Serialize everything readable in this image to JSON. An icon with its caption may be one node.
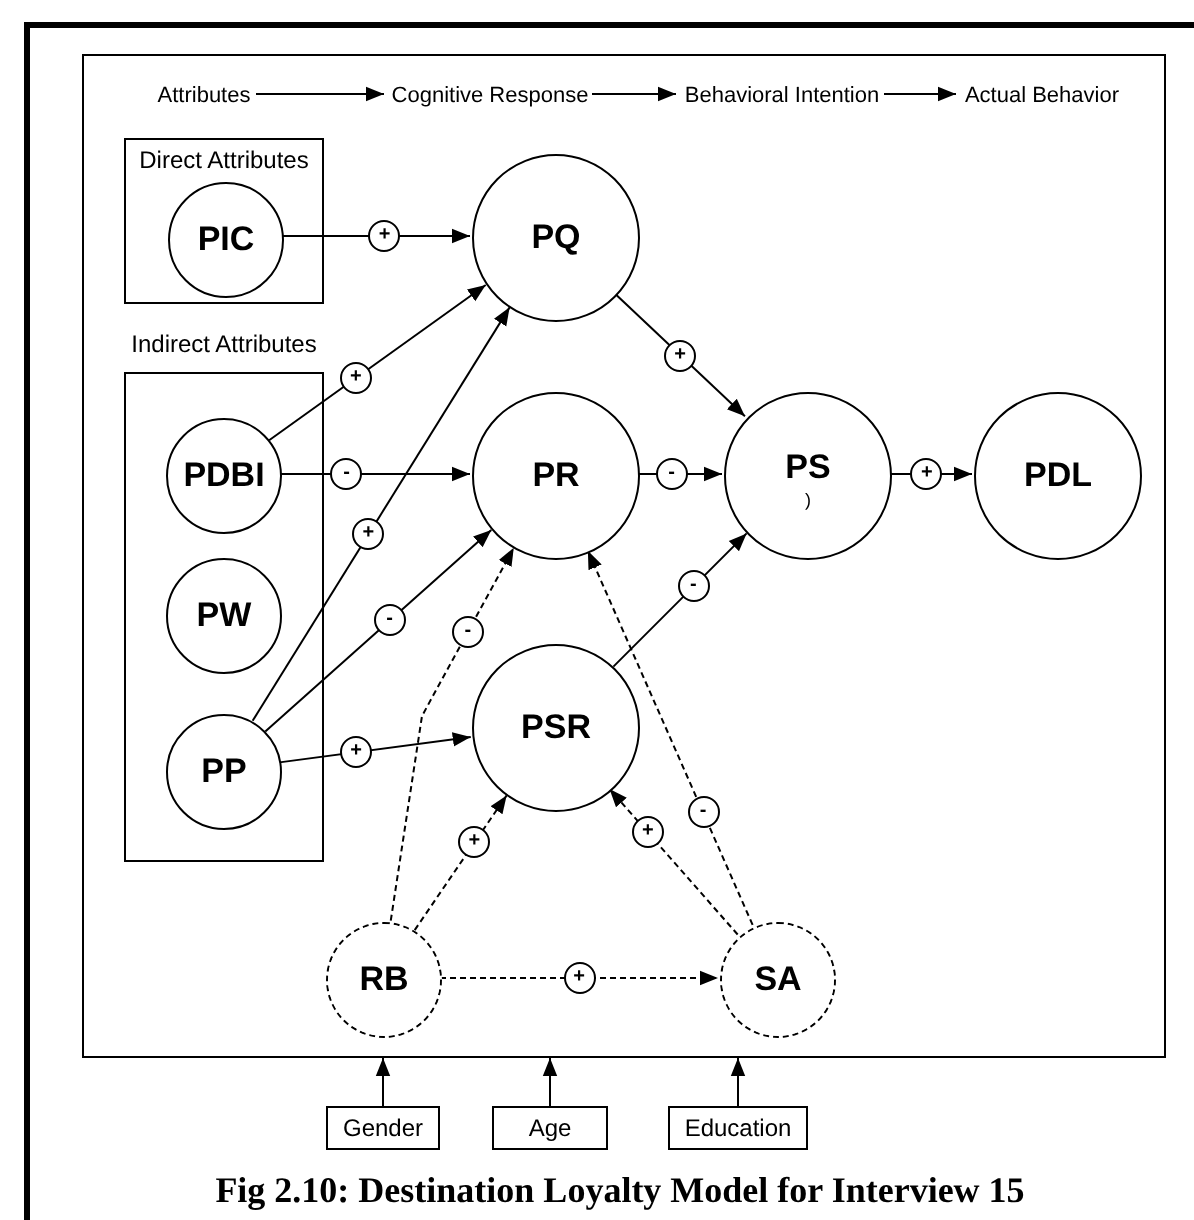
{
  "diagram": {
    "caption": "Fig 2.10: Destination Loyalty Model for Interview 15",
    "nodes": [
      {
        "text": [],
        "shape": "box"
      },
      {
        "text": [
          "Attributes"
        ],
        "in": 0
      },
      {
        "text": [
          "Cognitive Response"
        ],
        "in": 0
      },
      {
        "text": [
          "Behavioral Intention"
        ],
        "in": 0
      },
      {
        "text": [
          "Actual Behavior"
        ],
        "in": 0
      },
      {
        "text": [
          "Direct Attributes"
        ],
        "in": 0
      },
      {
        "text": [
          "PIC"
        ],
        "in": 5
      },
      {
        "text": [
          "Indirect Attributes"
        ],
        "in": 0
      },
      {
        "text": [
          "PDBI"
        ],
        "in": 7
      },
      {
        "text": [
          "PW"
        ],
        "in": 7
      },
      {
        "text": [
          "PP"
        ],
        "in": 7
      },
      {
        "text": [
          "PQ"
        ],
        "in": 0
      },
      {
        "text": [
          "PR"
        ],
        "in": 0
      },
      {
        "text": [
          "PS",
          ")"
        ],
        "in": 0
      },
      {
        "text": [
          "PDL"
        ],
        "in": 0
      },
      {
        "text": [
          "PSR"
        ],
        "in": 0
      },
      {
        "text": [
          "RB"
        ],
        "in": 0
      },
      {
        "text": [
          "SA"
        ],
        "in": 0
      },
      {
        "text": [
          "Gender"
        ]
      },
      {
        "text": [
          "Age"
        ]
      },
      {
        "text": [
          "Education"
        ]
      }
    ],
    "edges": [
      {
        "from": 1,
        "to": 2,
        "arrow": "to"
      },
      {
        "from": 2,
        "to": 3,
        "arrow": "to"
      },
      {
        "from": 3,
        "to": 4,
        "arrow": "to"
      },
      {
        "from": 6,
        "to": 11,
        "arrow": "to",
        "label": "+"
      },
      {
        "from": 8,
        "to": 11,
        "arrow": "to",
        "label": "+"
      },
      {
        "from": 8,
        "to": 12,
        "arrow": "to",
        "label": "-"
      },
      {
        "from": 10,
        "to": 11,
        "arrow": "to",
        "label": "+"
      },
      {
        "from": 10,
        "to": 12,
        "arrow": "to",
        "label": "-"
      },
      {
        "from": 10,
        "to": 15,
        "arrow": "to",
        "label": "+"
      },
      {
        "from": 11,
        "to": 13,
        "arrow": "to",
        "label": "+"
      },
      {
        "from": 12,
        "to": 13,
        "arrow": "to",
        "label": "-"
      },
      {
        "from": 13,
        "to": 14,
        "arrow": "to",
        "label": "+"
      },
      {
        "from": 15,
        "to": 13,
        "arrow": "to",
        "label": "-"
      },
      {
        "from": 16,
        "to": 12,
        "arrow": "to",
        "label": "-",
        "style": "dashed"
      },
      {
        "from": 16,
        "to": 15,
        "arrow": "to",
        "label": "+",
        "style": "dashed"
      },
      {
        "from": 17,
        "to": 12,
        "arrow": "to",
        "label": "-",
        "style": "dashed"
      },
      {
        "from": 17,
        "to": 15,
        "arrow": "to",
        "label": "+",
        "style": "dashed"
      },
      {
        "from": 16,
        "to": 17,
        "arrow": "to",
        "label": "+",
        "style": "dashed"
      },
      {
        "from": 18,
        "to": 0,
        "arrow": "to"
      },
      {
        "from": 19,
        "to": 0,
        "arrow": "to"
      },
      {
        "from": 20,
        "to": 0,
        "arrow": "to"
      }
    ]
  }
}
